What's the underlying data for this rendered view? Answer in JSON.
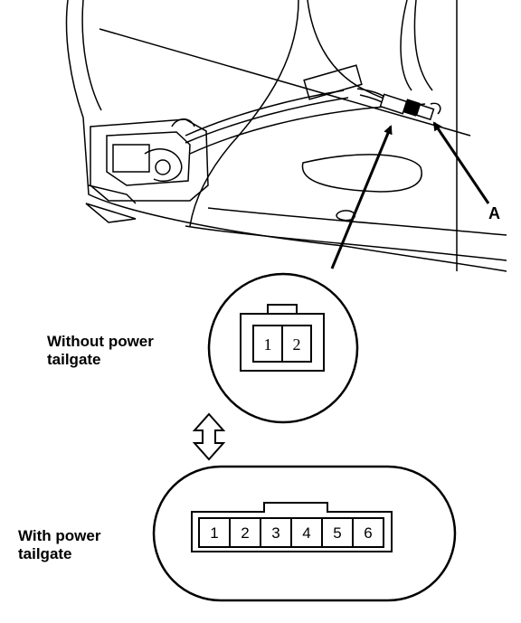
{
  "callout_label": "A",
  "without_power": {
    "line1": "Without power",
    "line2": "tailgate",
    "pins": [
      "1",
      "2"
    ]
  },
  "with_power": {
    "line1": "With power",
    "line2": "tailgate",
    "pins": [
      "1",
      "2",
      "3",
      "4",
      "5",
      "6"
    ]
  },
  "symbols": {
    "swap_arrow": "double-headed-arrow-icon"
  }
}
